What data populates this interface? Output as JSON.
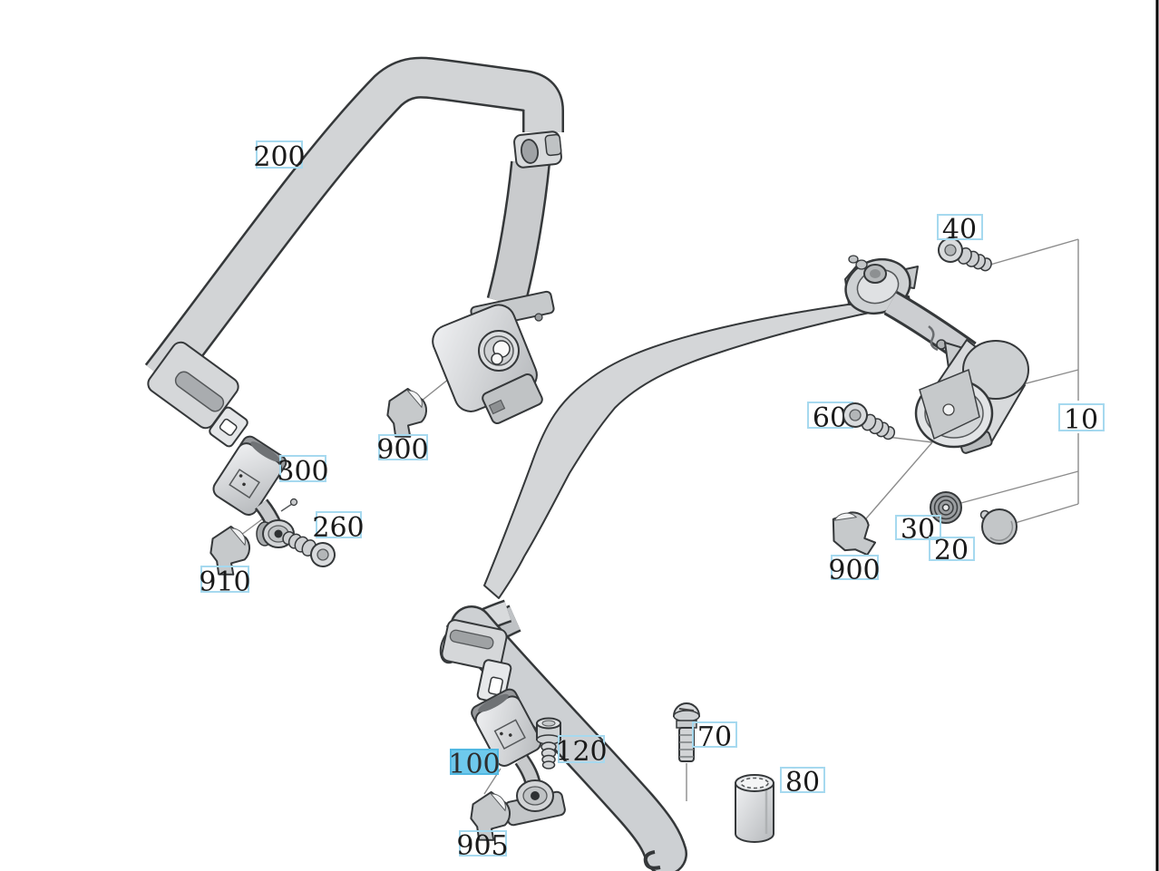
{
  "diagram": {
    "type": "parts-diagram",
    "subject": "seat-belt-assembly",
    "highlighted_callout": "100",
    "colors": {
      "background": "#ffffff",
      "callout_border": "#a6d9ef",
      "highlight_fill": "#6ec9ec",
      "outline": "#35383a",
      "leader_line": "#8c8c8c",
      "metal_light": "#f0f1f3",
      "metal_dark": "#b6b9bc",
      "right_border": "#000000"
    },
    "parts_icons": [
      "shoulder-belt-webbing",
      "belt-guide-loop",
      "belt-retractor",
      "latch-tongue",
      "buckle",
      "anchor-bolt",
      "retaining-clip",
      "torx-screw",
      "washer-grommet",
      "cover-cap",
      "spacer-sleeve",
      "lap-belt-webbing"
    ],
    "callouts": {
      "c200": {
        "label": "200"
      },
      "c40": {
        "label": "40"
      },
      "c10": {
        "label": "10"
      },
      "c60": {
        "label": "60"
      },
      "c900L": {
        "label": "900"
      },
      "c300": {
        "label": "300"
      },
      "c260": {
        "label": "260"
      },
      "c910": {
        "label": "910"
      },
      "c30": {
        "label": "30"
      },
      "c20": {
        "label": "20"
      },
      "c900R": {
        "label": "900"
      },
      "c100": {
        "label": "100"
      },
      "c120": {
        "label": "120"
      },
      "c70": {
        "label": "70"
      },
      "c80": {
        "label": "80"
      },
      "c905": {
        "label": "905"
      }
    }
  }
}
